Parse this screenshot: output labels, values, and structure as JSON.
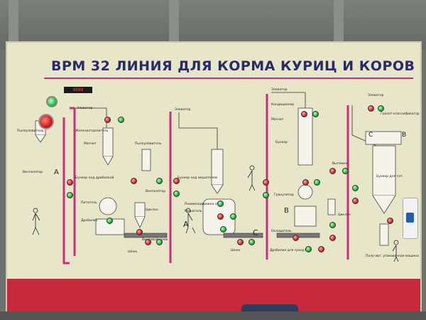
{
  "panel": {
    "title": "BPM 32 ЛИНИЯ ДЛЯ КОРМА КУРИЦ И КОРОВ",
    "display_value": "8888"
  },
  "labels": {
    "crusher_feeder": "Пылеуловитель",
    "fan_left": "Вентилятор",
    "elevator_1": "Элеватор",
    "iron_remover": "Железоотделитель",
    "magnet": "Магнит",
    "crusher_bin": "Бункер над дробилкой",
    "feeder": "Питатель",
    "crusher": "Дробилка",
    "dust_collector_mid": "Пылеуловитель",
    "fan_mid": "Вентилятор",
    "cyclone_mid": "Циклон",
    "screw_conveyor": "Шнек",
    "screw_ctrl": "Винтовой шнек",
    "elevator_2": "Элеватор",
    "mixer_bin": "Бункер над мешателем",
    "pneumatic_gate": "Пневмозадвижка смес",
    "mixer": "Мешатель",
    "screw_mixer": "Шнек",
    "elevator_3": "Элеватор",
    "conditioner": "Кондиционер",
    "magnet_right": "Магнит",
    "bin_right": "Бункер",
    "granulator": "Гранулятор",
    "cooler": "Охладитель",
    "crumbler": "Дробилка для гранул",
    "extractor": "Вытяжка",
    "cyclone_right": "Циклон",
    "elevator_4": "Элеватор",
    "sieve": "Грохот-классификатор",
    "finished_bin": "Бункер для гот.",
    "packing": "Полу-авт. упаковочная машина",
    "mark_a1": "A",
    "mark_a2": "A",
    "mark_b1": "B",
    "mark_b2": "B",
    "mark_c1": "C",
    "mark_c2": "C"
  },
  "indicators": {
    "color_on": "#19b83a",
    "color_off": "#e0202a"
  },
  "theme": {
    "panel_bg": "#e8e6c8",
    "pipe_color": "#c8307a",
    "band_color": "#c8283c"
  }
}
